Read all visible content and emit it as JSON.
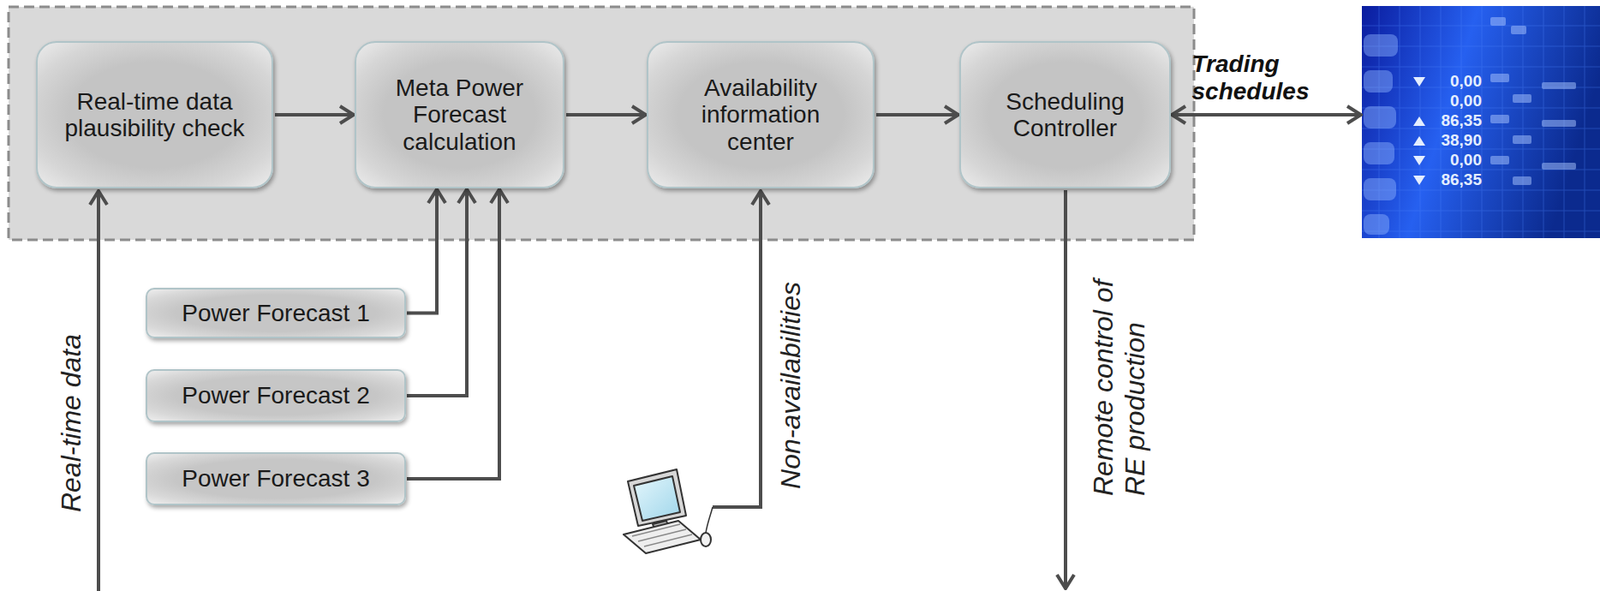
{
  "diagram": {
    "nodes": [
      {
        "text": [
          "Real-time data plausibility check"
        ]
      },
      {
        "text": [
          "Meta Power Forecast calculation"
        ]
      },
      {
        "text": [
          "Availability information center"
        ]
      },
      {
        "text": [
          "Scheduling Controller"
        ]
      },
      {
        "text": [
          "0,00",
          "0,00",
          "86,35",
          "38,90",
          "0,00",
          "86,35"
        ]
      },
      {
        "text": [
          "Power Forecast 1"
        ]
      },
      {
        "text": [
          "Power Forecast 2"
        ]
      },
      {
        "text": [
          "Power Forecast 3"
        ]
      }
    ],
    "edges": [
      {
        "from": 0,
        "to": 1,
        "arrow": "to"
      },
      {
        "from": 1,
        "to": 2,
        "arrow": "to"
      },
      {
        "from": 2,
        "to": 3,
        "arrow": "to"
      },
      {
        "from": 3,
        "to": 4,
        "label": "Trading schedules",
        "arrow": "both"
      },
      {
        "from": 5,
        "to": 1,
        "arrow": "to"
      },
      {
        "from": 6,
        "to": 1,
        "arrow": "to"
      },
      {
        "from": 7,
        "to": 1,
        "arrow": "to"
      }
    ],
    "labels": [
      "Real-time data",
      "Non-availabilities",
      "Remote control of RE production"
    ]
  }
}
